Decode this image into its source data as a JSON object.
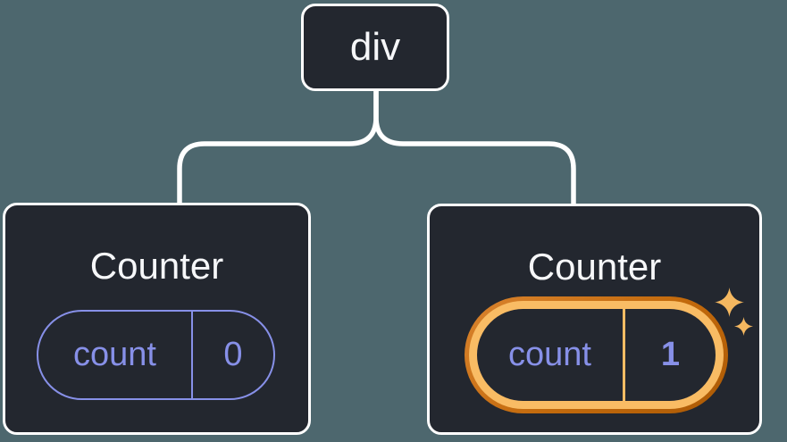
{
  "diagram": {
    "root_node": {
      "label": "div"
    },
    "nodes": [
      {
        "title": "Counter",
        "state_pill": {
          "key": "count",
          "value": "0"
        },
        "highlighted": false
      },
      {
        "title": "Counter",
        "state_pill": {
          "key": "count",
          "value": "1"
        },
        "highlighted": true
      }
    ],
    "icons": {
      "sparkle_large": "sparkle-icon",
      "sparkle_small": "sparkle-icon"
    },
    "colors": {
      "background": "#4D676E",
      "node_fill": "#23272F",
      "node_border": "#FFFFFF",
      "node_text": "#F6F7F9",
      "connector": "#FFFFFF",
      "state_accent_purple": "#8790E8",
      "highlight_ring_inner": "#F9BC64",
      "highlight_ring_outer": "#B85F08",
      "sparkle": "#F5B860"
    }
  }
}
